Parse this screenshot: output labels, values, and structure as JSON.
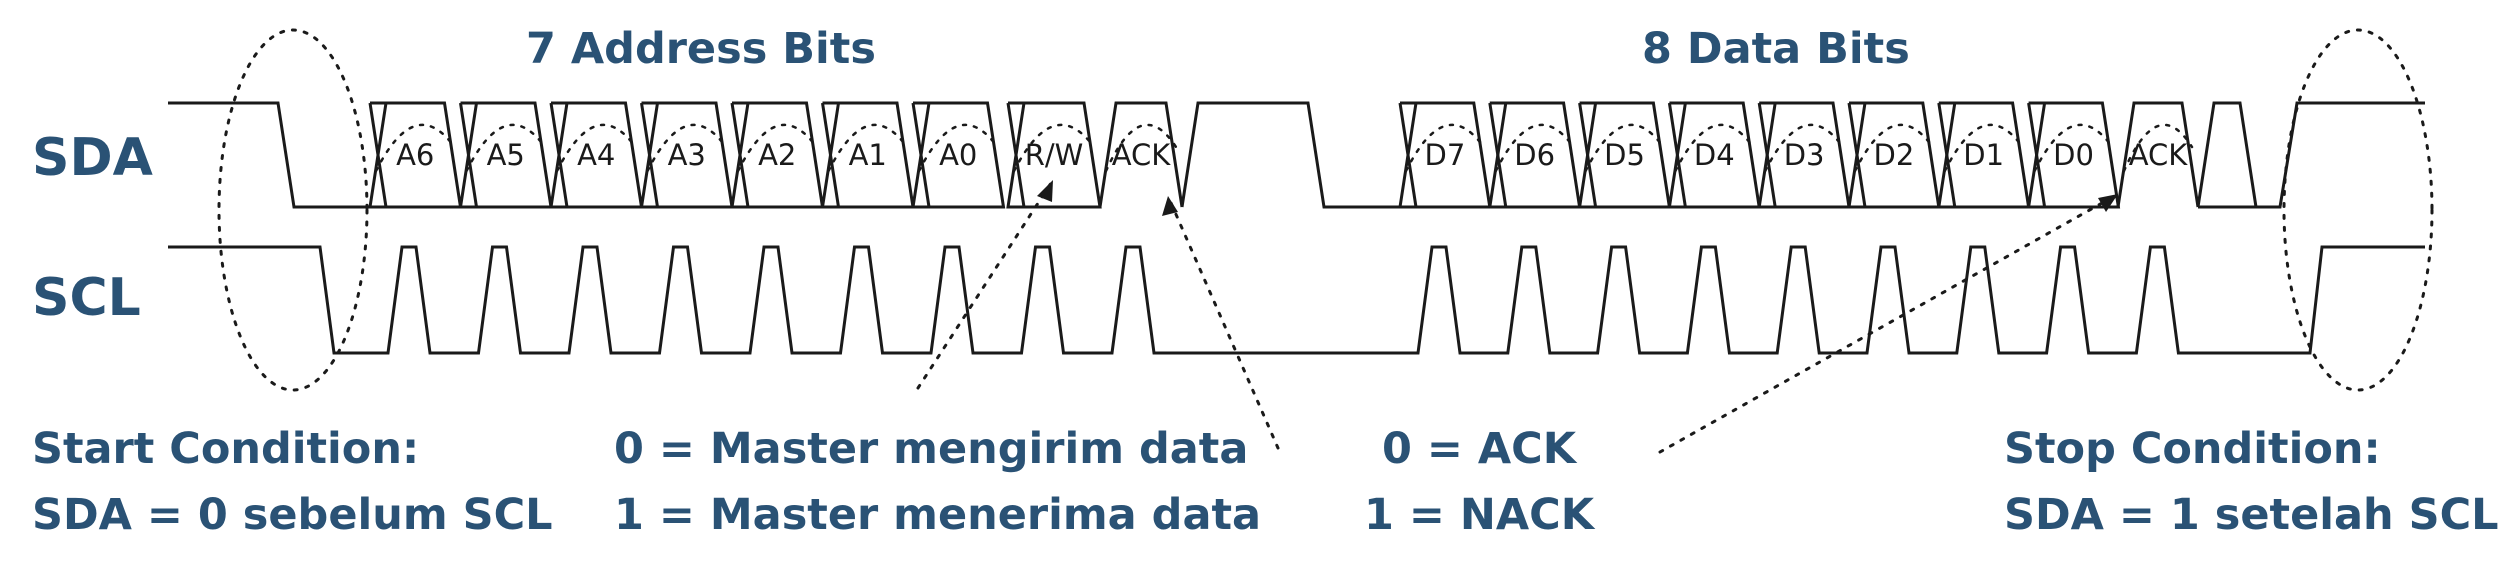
{
  "headers": {
    "address": "7 Address Bits",
    "data": "8 Data Bits"
  },
  "signals": {
    "sda": "SDA",
    "scl": "SCL"
  },
  "address_bits": [
    "A6",
    "A5",
    "A4",
    "A3",
    "A2",
    "A1",
    "A0"
  ],
  "rw_bit": "R/W",
  "ack_bit": "ACK",
  "data_bits": [
    "D7",
    "D6",
    "D5",
    "D4",
    "D3",
    "D2",
    "D1",
    "D0"
  ],
  "notes": {
    "start_title": "Start Condition:",
    "start_desc": "SDA = 0 sebelum SCL",
    "rw_zero": "0 = Master mengirim data",
    "rw_one": "1 = Master menerima data",
    "ack_zero": "0 = ACK",
    "ack_one": "1 = NACK",
    "stop_title": "Stop Condition:",
    "stop_desc": "SDA = 1 setelah SCL"
  },
  "colors": {
    "label": "#2a5275",
    "line": "#1a1a1a"
  }
}
